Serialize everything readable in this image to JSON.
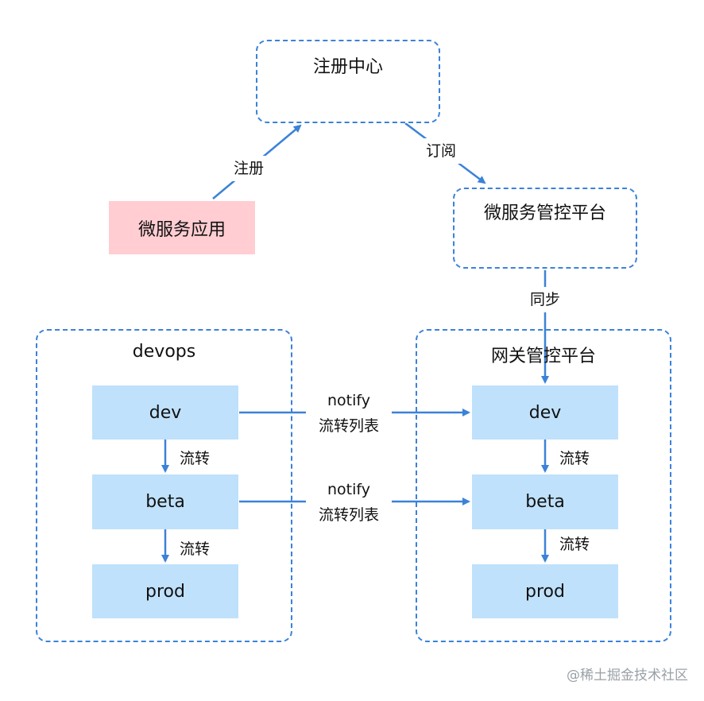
{
  "registry": {
    "title": "注册中心"
  },
  "app": {
    "label": "微服务应用"
  },
  "control": {
    "title": "微服务管控平台"
  },
  "edges": {
    "register": "注册",
    "subscribe": "订阅",
    "sync": "同步",
    "flow": "流转",
    "notify_line1": "notify",
    "notify_line2": "流转列表"
  },
  "devops": {
    "title": "devops",
    "stages": [
      "dev",
      "beta",
      "prod"
    ]
  },
  "gateway": {
    "title": "网关管控平台",
    "stages": [
      "dev",
      "beta",
      "prod"
    ]
  },
  "colors": {
    "arrow": "#3b82d8",
    "stage_fill": "#bfe1fb",
    "app_fill": "#ffcdd2"
  },
  "watermark": "@稀土掘金技术社区"
}
